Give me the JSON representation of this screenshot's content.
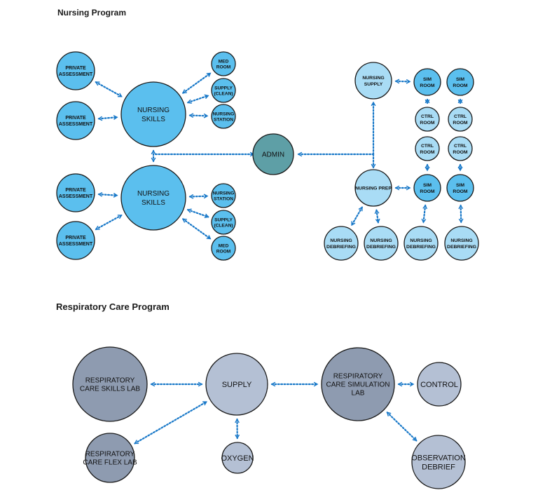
{
  "nursing": {
    "title": "Nursing Program",
    "nodes": [
      {
        "id": "pa1",
        "label": "PRIVATE|ASSESSMENT",
        "kind": "node"
      },
      {
        "id": "pa2",
        "label": "PRIVATE|ASSESSMENT",
        "kind": "node"
      },
      {
        "id": "pa3",
        "label": "PRIVATE|ASSESSMENT",
        "kind": "node"
      },
      {
        "id": "pa4",
        "label": "PRIVATE|ASSESSMENT",
        "kind": "node"
      },
      {
        "id": "ns1",
        "label": "NURSING|SKILLS",
        "kind": "hub"
      },
      {
        "id": "ns2",
        "label": "NURSING|SKILLS",
        "kind": "hub"
      },
      {
        "id": "med1",
        "label": "MED|ROOM",
        "kind": "node"
      },
      {
        "id": "sup1",
        "label": "SUPPLY|(CLEAN)",
        "kind": "node"
      },
      {
        "id": "sta1",
        "label": "NURSING|STATION",
        "kind": "node"
      },
      {
        "id": "sta2",
        "label": "NURSING|STATION",
        "kind": "node"
      },
      {
        "id": "sup2",
        "label": "SUPPLY|(CLEAN)",
        "kind": "node"
      },
      {
        "id": "med2",
        "label": "MED|ROOM",
        "kind": "node"
      },
      {
        "id": "admin",
        "label": "ADMIN",
        "kind": "admin"
      },
      {
        "id": "nsup",
        "label": "NURSING|SUPPLY",
        "kind": "light"
      },
      {
        "id": "nprep",
        "label": "NURSING PREP",
        "kind": "light"
      },
      {
        "id": "sim1",
        "label": "SIM|ROOM",
        "kind": "node"
      },
      {
        "id": "sim2",
        "label": "SIM|ROOM",
        "kind": "node"
      },
      {
        "id": "sim3",
        "label": "SIM|ROOM",
        "kind": "node"
      },
      {
        "id": "sim4",
        "label": "SIM|ROOM",
        "kind": "node"
      },
      {
        "id": "ctrl1",
        "label": "CTRL|ROOM",
        "kind": "light"
      },
      {
        "id": "ctrl2",
        "label": "CTRL|ROOM",
        "kind": "light"
      },
      {
        "id": "ctrl3",
        "label": "CTRL|ROOM",
        "kind": "light"
      },
      {
        "id": "ctrl4",
        "label": "CTRL|ROOM",
        "kind": "light"
      },
      {
        "id": "deb1",
        "label": "NURSING|DEBRIEFING",
        "kind": "light"
      },
      {
        "id": "deb2",
        "label": "NURSING|DEBRIEFING",
        "kind": "light"
      },
      {
        "id": "deb3",
        "label": "NURSING|DEBRIEFING",
        "kind": "light"
      },
      {
        "id": "deb4",
        "label": "NURSING|DEBRIEFING",
        "kind": "light"
      }
    ],
    "edges": [
      [
        "pa1",
        "ns1"
      ],
      [
        "pa2",
        "ns1"
      ],
      [
        "pa3",
        "ns2"
      ],
      [
        "pa4",
        "ns2"
      ],
      [
        "ns1",
        "med1"
      ],
      [
        "ns1",
        "sup1"
      ],
      [
        "ns1",
        "sta1"
      ],
      [
        "ns2",
        "sta2"
      ],
      [
        "ns2",
        "sup2"
      ],
      [
        "ns2",
        "med2"
      ],
      [
        "ns1",
        "ns2"
      ],
      [
        "nsup",
        "sim1"
      ],
      [
        "nprep",
        "sim3"
      ],
      [
        "sim1",
        "ctrl1"
      ],
      [
        "sim2",
        "ctrl2"
      ],
      [
        "ctrl3",
        "sim3"
      ],
      [
        "ctrl4",
        "sim4"
      ],
      [
        "nprep",
        "deb1"
      ],
      [
        "nprep",
        "deb2"
      ],
      [
        "sim3",
        "deb3"
      ],
      [
        "sim4",
        "deb4"
      ]
    ]
  },
  "respiratory": {
    "title": "Respiratory Care Program",
    "nodes": [
      {
        "id": "rcsl",
        "label": "RESPIRATORY|CARE SKILLS LAB",
        "kind": "dark"
      },
      {
        "id": "supply",
        "label": "SUPPLY",
        "kind": "pale"
      },
      {
        "id": "rcsim",
        "label": "RESPIRATORY|CARE SIMULATION|LAB",
        "kind": "dark"
      },
      {
        "id": "control",
        "label": "CONTROL",
        "kind": "pale"
      },
      {
        "id": "rcflex",
        "label": "RESPIRATORY|CARE FLEX LAB",
        "kind": "dark"
      },
      {
        "id": "oxygen",
        "label": "OXYGEN",
        "kind": "pale"
      },
      {
        "id": "obs",
        "label": "OBSERVATION|DEBRIEF",
        "kind": "pale"
      }
    ],
    "edges": [
      [
        "rcsl",
        "supply"
      ],
      [
        "supply",
        "rcsim"
      ],
      [
        "rcsim",
        "control"
      ],
      [
        "rcflex",
        "supply"
      ],
      [
        "supply",
        "oxygen"
      ],
      [
        "rcsim",
        "obs"
      ]
    ]
  },
  "colors": {
    "nursing_node": "#5bbfee",
    "nursing_light": "#a9dcf5",
    "admin": "#5e9fa6",
    "resp_dark": "#8e9bb0",
    "resp_pale": "#b4c0d4",
    "connector": "#1878c8",
    "stroke": "#1a1a1a"
  }
}
